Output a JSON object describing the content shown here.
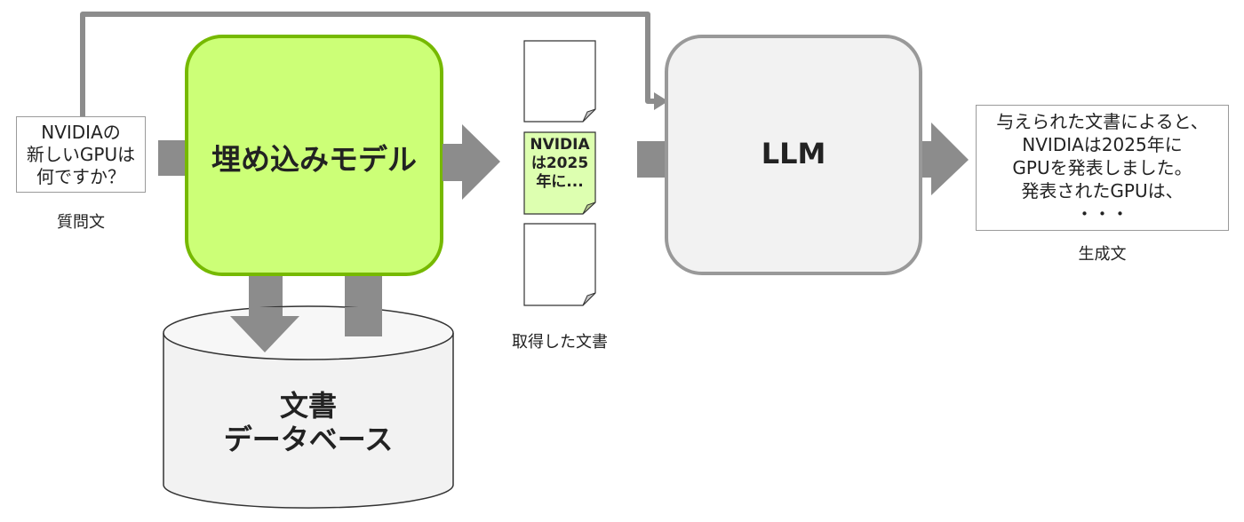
{
  "question": {
    "lines": [
      "NVIDIAの",
      "新しいGPUは",
      "何ですか？"
    ],
    "caption": "質問文"
  },
  "embedding_model": {
    "label": "埋め込みモデル",
    "fill": "#ccff77",
    "stroke": "#76b900"
  },
  "database": {
    "line1": "文書",
    "line2": "データベース"
  },
  "retrieved_docs": {
    "caption": "取得した文書",
    "highlighted_doc_lines": [
      "NVIDIA",
      "は2025",
      "年に..."
    ],
    "highlight_fill": "#ddffb0"
  },
  "llm": {
    "label": "LLM",
    "fill": "#f2f2f2",
    "stroke": "#999999"
  },
  "answer": {
    "lines": [
      "与えられた文書によると、",
      "NVIDIAは2025年に",
      "GPUを発表しました。",
      "発表されたGPUは、",
      "・・・"
    ],
    "caption": "生成文"
  },
  "colors": {
    "arrow": "#8c8c8c"
  }
}
